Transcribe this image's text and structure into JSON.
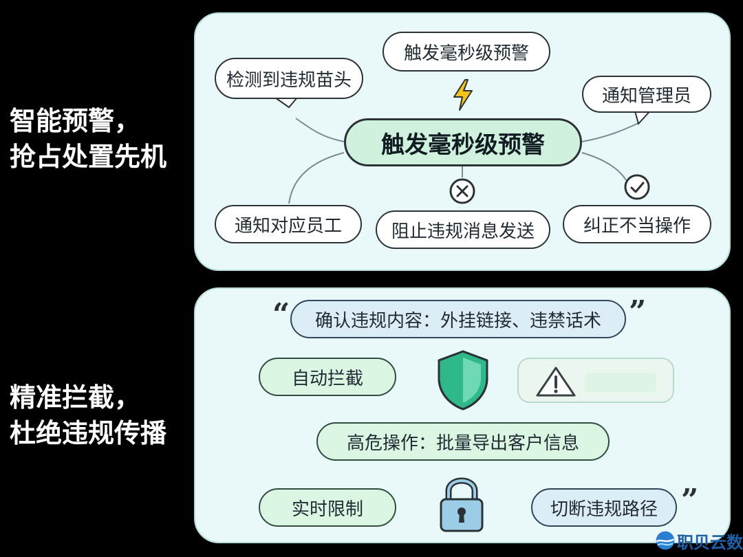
{
  "side_headings": {
    "section1": [
      "智能预警，",
      "抢占处置先机"
    ],
    "section2": [
      "精准拦截，",
      "杜绝违规传播"
    ]
  },
  "top_panel": {
    "center_node": "触发毫秒级预警",
    "top_bubble": "触发毫秒级预警",
    "top_left_bubble": "检测到违规苗头",
    "top_right_bubble": "通知管理员",
    "bottom_left": "通知对应员工",
    "bottom_center": "阻止违规消息发送",
    "bottom_right": "纠正不当操作",
    "icons": [
      "lightning-icon",
      "cross-circle-icon",
      "check-circle-icon"
    ]
  },
  "bottom_panel": {
    "open_quote": "“",
    "close_quote": "”",
    "confirm_violation": "确认违规内容：外挂链接、违禁话术",
    "auto_intercept": "自动拦截",
    "high_risk": "高危操作：批量导出客户信息",
    "realtime_limit": "实时限制",
    "cut_path": "切断违规路径",
    "icons": [
      "shield-icon",
      "warning-icon",
      "padlock-icon"
    ]
  },
  "watermark": {
    "text": "职贝云数"
  },
  "colors": {
    "background": "#000000",
    "panel": "#e9f8f8",
    "center_node": "#cff1de",
    "blue_pill": "#dcedf7",
    "green_pill": "#dbf5e3",
    "lightning": "#f6c21c",
    "shield": "#2fb88a",
    "padlock": "#9ccde6",
    "watermark": "#1f5fa6"
  }
}
